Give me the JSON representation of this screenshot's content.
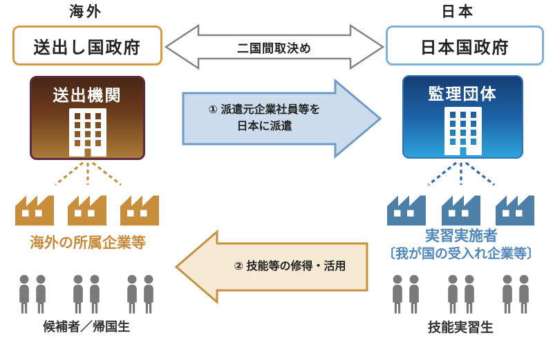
{
  "headers": {
    "overseas": "海外",
    "japan": "日本"
  },
  "government": {
    "sending": "送出し国政府",
    "japan": "日本国政府",
    "bilateral_agreement": "二国間取決め"
  },
  "organizations": {
    "sending_org": "送出機関",
    "supervising_org": "監理団体"
  },
  "flows": {
    "dispatch_line1": "① 派遣元企業社員等を",
    "dispatch_line2": "日本に派遣",
    "skills_return": "② 技能等の修得・活用"
  },
  "companies": {
    "overseas_label": "海外の所属企業等",
    "domestic_label_line1": "実習実施者",
    "domestic_label_line2": "〔我が国の受入れ企業等〕"
  },
  "people": {
    "candidates_label": "候補者／帰国生",
    "trainees_label": "技能実習生"
  },
  "icons": {
    "factory": "factory-icon",
    "building": "building-icon",
    "person": "person-icon",
    "double_arrow": "bilateral-double-arrow",
    "right_arrow": "dispatch-right-arrow",
    "left_arrow": "skills-left-arrow"
  },
  "colors": {
    "overseas_accent": "#c8893a",
    "overseas_org_border": "#5c2a44",
    "overseas_org_gradient": [
      "#472615",
      "#a87b36"
    ],
    "japan_accent": "#4e86ba",
    "japan_org_gradient": [
      "#153e73",
      "#2ea3dd"
    ],
    "gov_sending_border": "#d69a44",
    "gov_japan_border": "#82b1d8",
    "bilateral_arrow_border": "#848484",
    "dispatch_arrow_fill": "#cddcec",
    "dispatch_arrow_border": "#6e9ac7",
    "skills_arrow_fill": "#f6ead4",
    "skills_arrow_border": "#c4923c",
    "factory_overseas": "#c98e3c",
    "factory_domestic": "#4d80a8",
    "connector_overseas": "#c98e3c",
    "connector_domestic": "#2b67b0",
    "person_gray": "#7a7a7a"
  }
}
